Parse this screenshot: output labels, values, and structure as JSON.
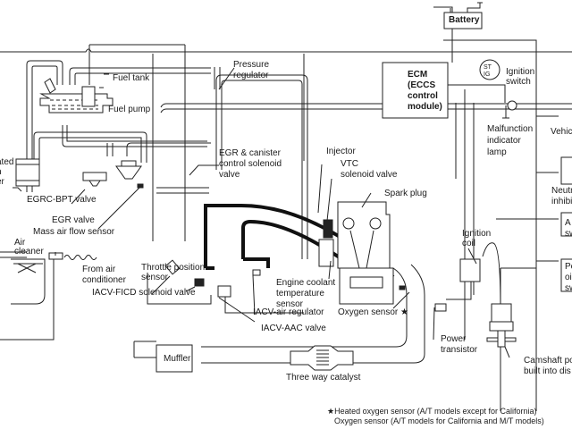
{
  "diagram": {
    "title": "Engine control system diagram",
    "components": {
      "battery": "Battery",
      "ecm_line1": "ECM",
      "ecm_line2": "(ECCS",
      "ecm_line3": "control",
      "ecm_line4": "module)",
      "ignition_switch_1": "Ignition",
      "ignition_switch_2": "switch",
      "ignition_st": "ST",
      "ignition_ig": "IG",
      "mil_1": "Malfunction",
      "mil_2": "indicator",
      "mil_3": "lamp",
      "vehicle": "Vehic",
      "neutral_1": "Neutr",
      "neutral_2": "inhibi",
      "ac_1": "A",
      "ac_2": "sw",
      "power_steering_1": "Po",
      "power_steering_2": "oil",
      "power_steering_3": "sw",
      "fuel_tank": "Fuel tank",
      "fuel_pump": "Fuel pump",
      "canister_1": "ated",
      "canister_2": "n",
      "canister_3": "er",
      "pressure_regulator_1": "Pressure",
      "pressure_regulator_2": "regulator",
      "egr_canister_1": "EGR & canister",
      "egr_canister_2": "control solenoid",
      "egr_canister_3": "valve",
      "injector": "Injector",
      "vtc_1": "VTC",
      "vtc_2": "solenoid valve",
      "spark_plug": "Spark plug",
      "egrc_bpt": "EGRC-BPT valve",
      "egr_valve": "EGR valve",
      "maf": "Mass air flow sensor",
      "air_cleaner_1": "Air",
      "air_cleaner_2": "cleaner",
      "from_ac_1": "From air",
      "from_ac_2": "conditioner",
      "tps_1": "Throttle position",
      "tps_2": "sensor",
      "ficd": "IACV-FICD solenoid valve",
      "ect_1": "Engine coolant",
      "ect_2": "temperature",
      "ect_3": "sensor",
      "iacv_air": "IACV-air regulator",
      "iacv_aac": "IACV-AAC valve",
      "oxygen_sensor": "Oxygen sensor ★",
      "ignition_coil_1": "Ignition",
      "ignition_coil_2": "coil",
      "power_transistor_1": "Power",
      "power_transistor_2": "transistor",
      "camshaft_1": "Camshaft po",
      "camshaft_2": "built into dis",
      "muffler": "Muffler",
      "catalyst": "Three way catalyst"
    },
    "footnote": {
      "line1": "★Heated oxygen sensor (A/T models except for California)",
      "line2": "Oxygen sensor (A/T models for California and M/T models)"
    }
  }
}
